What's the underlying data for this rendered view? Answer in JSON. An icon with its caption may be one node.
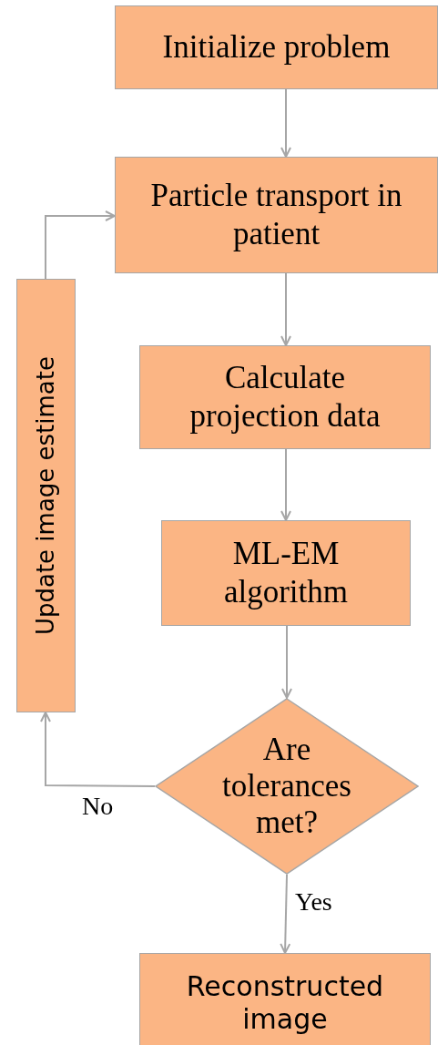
{
  "diagram": {
    "nodes": [
      {
        "text": [
          "Initialize problem"
        ]
      },
      {
        "text": [
          "Particle transport in patient"
        ]
      },
      {
        "text": [
          "Calculate projection data"
        ]
      },
      {
        "text": [
          "ML-EM algorithm"
        ]
      },
      {
        "text": [
          "Are tolerances met?"
        ]
      },
      {
        "text": [
          "Reconstructed image"
        ]
      },
      {
        "text": [
          "Update image estimate"
        ]
      }
    ],
    "edges": [
      {
        "from": 0,
        "to": 1,
        "arrow": "to"
      },
      {
        "from": 1,
        "to": 2,
        "arrow": "to"
      },
      {
        "from": 2,
        "to": 3,
        "arrow": "to"
      },
      {
        "from": 3,
        "to": 4,
        "arrow": "to"
      },
      {
        "from": 4,
        "to": 5,
        "arrow": "to",
        "label": "Yes"
      },
      {
        "from": 4,
        "to": 6,
        "arrow": "to",
        "label": "No"
      },
      {
        "from": 6,
        "to": 1,
        "arrow": "to"
      }
    ]
  }
}
